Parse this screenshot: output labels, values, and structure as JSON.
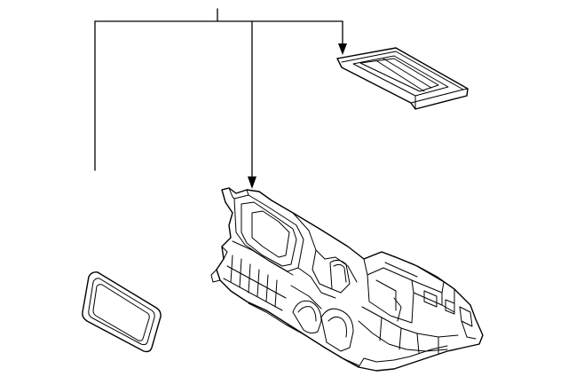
{
  "diagram": {
    "kind": "exploded-parts-view",
    "colors": {
      "line": "#000000",
      "background": "#ffffff"
    },
    "parts": [
      {
        "id": "heater-housing-assembly"
      },
      {
        "id": "floor-duct-tray"
      },
      {
        "id": "seal-gasket"
      }
    ],
    "callout_lines": 3,
    "arrows": 2
  }
}
